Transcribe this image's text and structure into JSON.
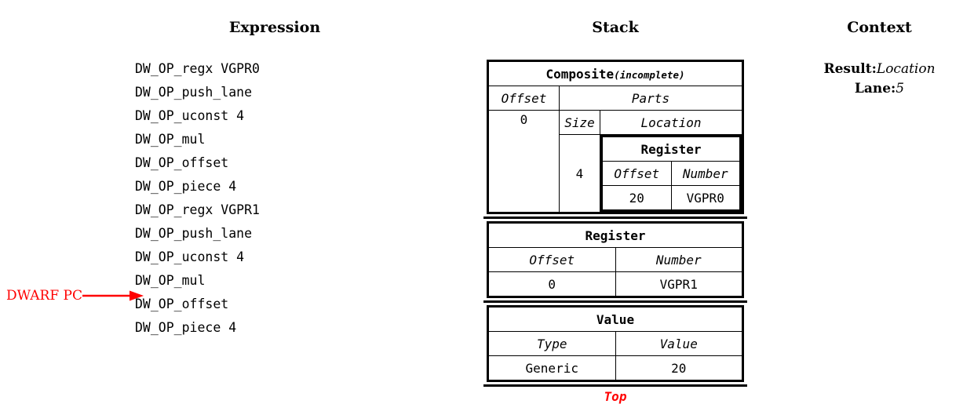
{
  "headers": {
    "expression": "Expression",
    "stack": "Stack",
    "context": "Context"
  },
  "expression": {
    "lines": [
      "DW_OP_regx VGPR0",
      "DW_OP_push_lane",
      "DW_OP_uconst 4",
      "DW_OP_mul",
      "DW_OP_offset",
      "DW_OP_piece 4",
      "DW_OP_regx VGPR1",
      "DW_OP_push_lane",
      "DW_OP_uconst 4",
      "DW_OP_mul",
      "DW_OP_offset",
      "DW_OP_piece 4"
    ],
    "pc_marker_label": "DWARF PC",
    "pc_marker_target_index": 10,
    "pc_marker_color": "#ff0000"
  },
  "stack": {
    "top_label": "Top",
    "top_label_color": "#ff0000",
    "frames": [
      {
        "title": "Composite",
        "title_suffix": "(incomplete)",
        "offset_header": "Offset",
        "parts_header": "Parts",
        "offset_value": "0",
        "size_header": "Size",
        "location_header": "Location",
        "size_value": "4",
        "nested": {
          "title": "Register",
          "offset_header": "Offset",
          "number_header": "Number",
          "offset_value": "20",
          "number_value": "VGPR0"
        }
      },
      {
        "title": "Register",
        "offset_header": "Offset",
        "number_header": "Number",
        "offset_value": "0",
        "number_value": "VGPR1"
      },
      {
        "title": "Value",
        "type_header": "Type",
        "value_header": "Value",
        "type_value": "Generic",
        "value_value": "20",
        "value_color": "#ff0000"
      }
    ]
  },
  "context": {
    "entries": [
      {
        "key": "Result:",
        "value": "Location"
      },
      {
        "key": "Lane:",
        "value": "5"
      }
    ]
  }
}
